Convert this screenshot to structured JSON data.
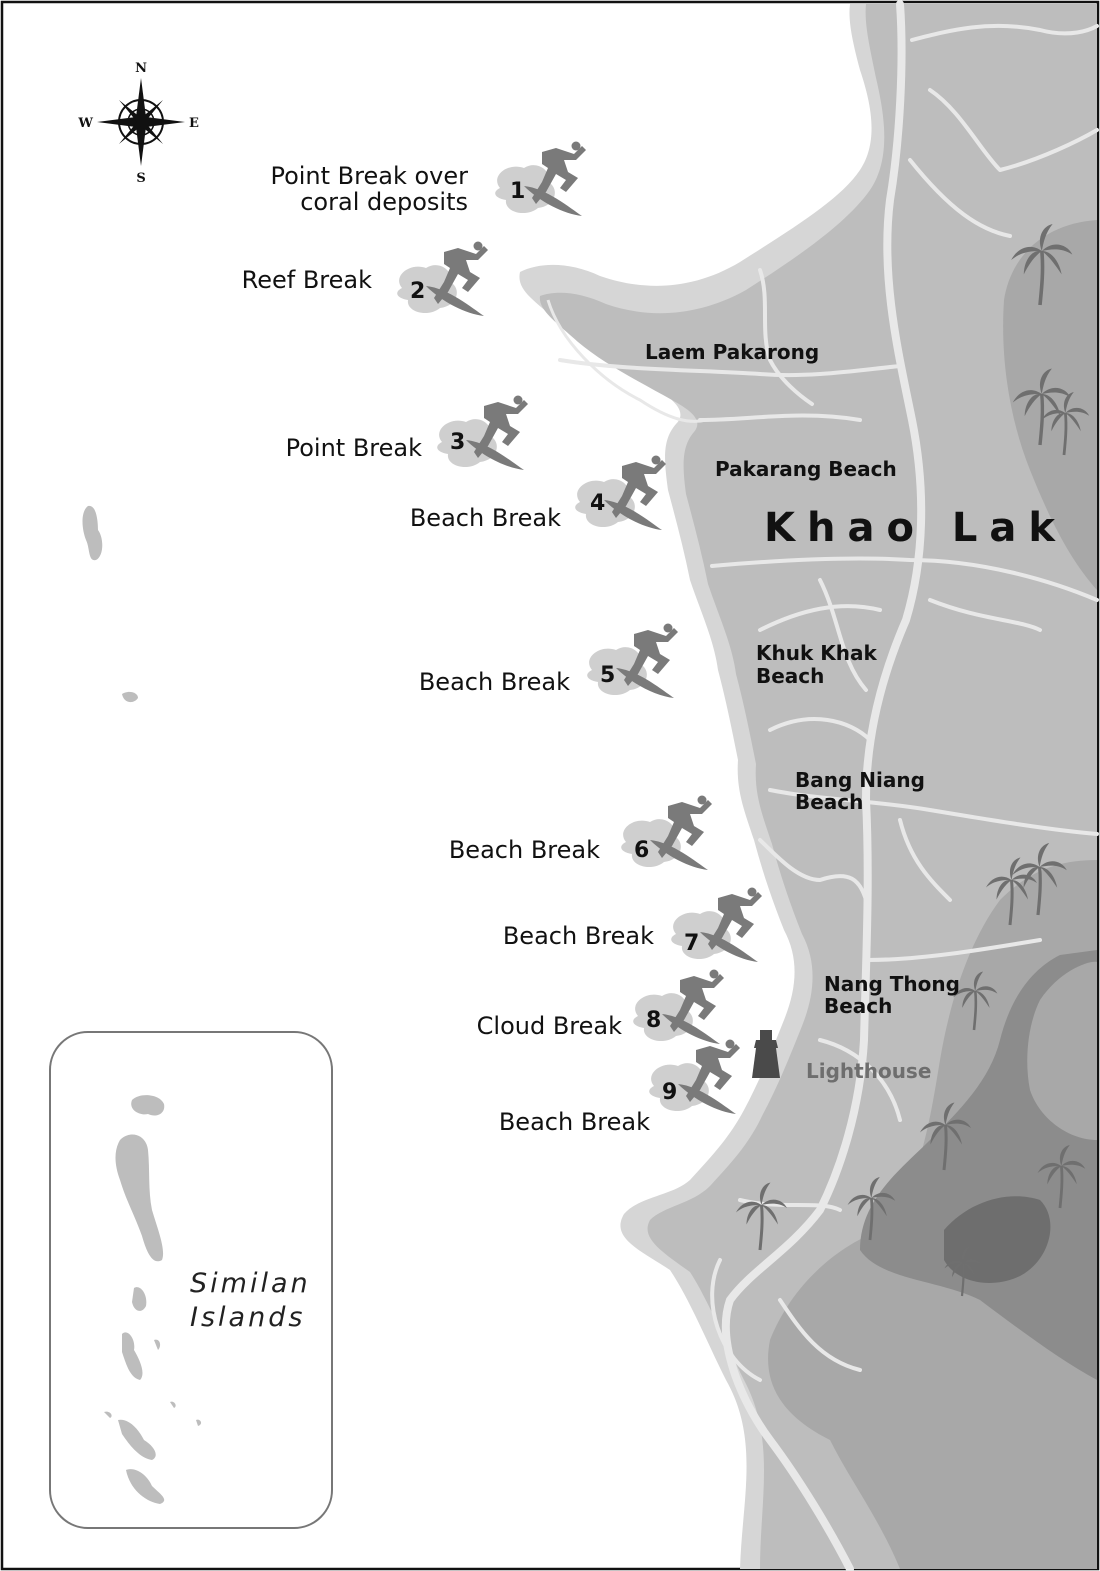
{
  "map": {
    "town_label": "Khao Lak",
    "places": {
      "laem_pakarong": "Laem Pakarong",
      "pakarang_beach": "Pakarang Beach",
      "khuk_khak": [
        "Khuk Khak",
        "Beach"
      ],
      "bang_niang": [
        "Bang Niang",
        "Beach"
      ],
      "nang_thong": [
        "Nang Thong",
        "Beach"
      ],
      "lighthouse": "Lighthouse"
    },
    "inset": {
      "label": [
        "Similan",
        "Islands"
      ]
    },
    "compass": {
      "n": "N",
      "s": "S",
      "e": "E",
      "w": "W"
    },
    "surf_spots": [
      {
        "number": "1",
        "label": [
          "Point Break over",
          "coral deposits"
        ]
      },
      {
        "number": "2",
        "label": [
          "Reef Break"
        ]
      },
      {
        "number": "3",
        "label": [
          "Point Break"
        ]
      },
      {
        "number": "4",
        "label": [
          "Beach Break"
        ]
      },
      {
        "number": "5",
        "label": [
          "Beach Break"
        ]
      },
      {
        "number": "6",
        "label": [
          "Beach Break"
        ]
      },
      {
        "number": "7",
        "label": [
          "Beach Break"
        ]
      },
      {
        "number": "8",
        "label": [
          "Cloud Break"
        ]
      },
      {
        "number": "9",
        "label": [
          "Beach Break"
        ]
      }
    ],
    "colors": {
      "sea": "#ffffff",
      "land": "#bdbdbd",
      "shore": "#d6d6d6",
      "hills": "#a8a8a8",
      "hills_dark": "#8c8c8c",
      "peak": "#6e6e6e",
      "roads": "#e8e8e8",
      "surf_icon": "#7a7a7a",
      "lighthouse": "#4a4a4a"
    }
  }
}
